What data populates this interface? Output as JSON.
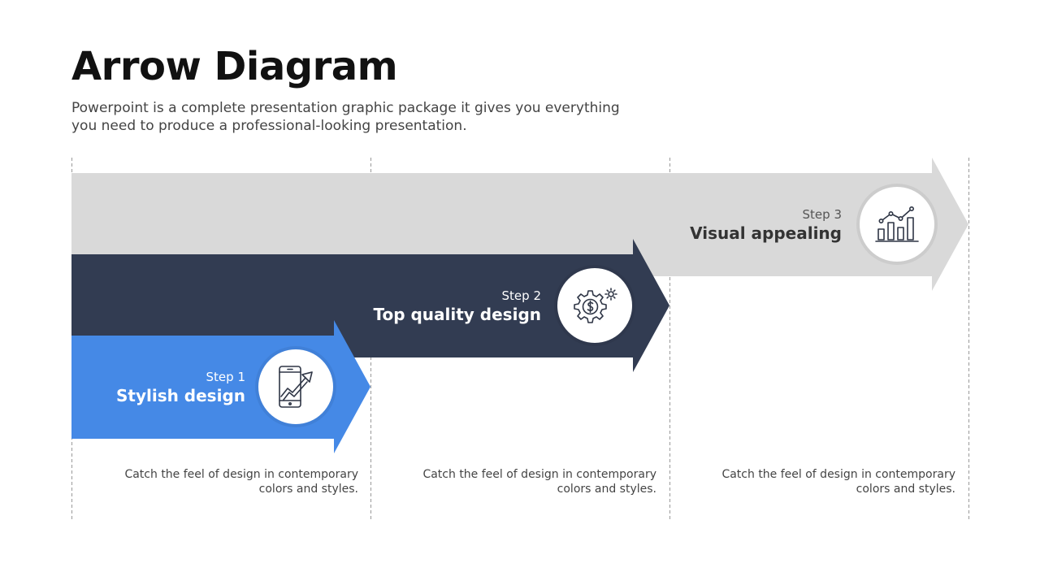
{
  "title": "Arrow Diagram",
  "subtitle": "Powerpoint is a complete presentation graphic package it gives you everything you need to produce a professional-looking presentation.",
  "colors": {
    "step1": "#4589E6",
    "step2": "#323C52",
    "step3": "#D9D9D9",
    "dashed_line": "#999999",
    "icon_stroke": "#2E3545"
  },
  "steps": [
    {
      "label": "Step 1",
      "name": "Stylish design",
      "description": "Catch the feel of design in contemporary colors and styles.",
      "icon": "mobile-growth-icon"
    },
    {
      "label": "Step 2",
      "name": "Top quality design",
      "description": "Catch the feel of design in contemporary colors and styles.",
      "icon": "gear-dollar-icon"
    },
    {
      "label": "Step 3",
      "name": "Visual appealing",
      "description": "Catch the feel of design in contemporary colors and styles.",
      "icon": "bar-chart-icon"
    }
  ]
}
